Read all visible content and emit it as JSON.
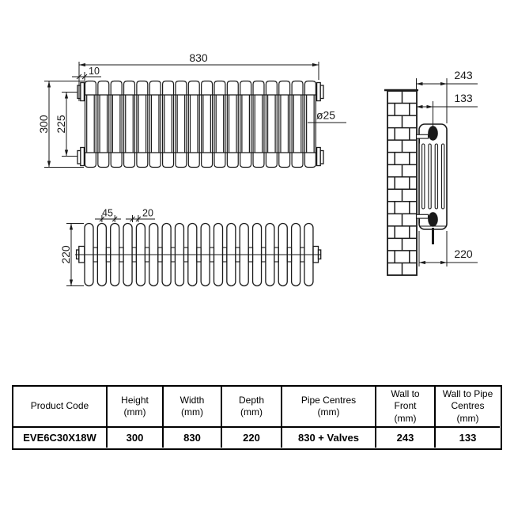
{
  "page": {
    "background": "#ffffff",
    "line_color": "#1a1a1a"
  },
  "diagram": {
    "front_view": {
      "sections": 18,
      "dim_width": "830",
      "dim_offset": "10",
      "dim_height": "300",
      "dim_tapping_centres": "225",
      "dim_diameter": "ø25"
    },
    "plan_view": {
      "columns": 18,
      "dim_depth": "220",
      "dim_section_pitch": "45",
      "dim_gap": "20"
    },
    "side_view": {
      "dim_wall_to_front": "243",
      "dim_wall_to_pipe_centres": "133",
      "dim_depth": "220"
    }
  },
  "table": {
    "headers": [
      {
        "l1": "Product Code",
        "l2": "",
        "l3": ""
      },
      {
        "l1": "Height",
        "l2": "(mm)",
        "l3": ""
      },
      {
        "l1": "Width",
        "l2": "(mm)",
        "l3": ""
      },
      {
        "l1": "Depth",
        "l2": "(mm)",
        "l3": ""
      },
      {
        "l1": "Pipe Centres",
        "l2": "(mm)",
        "l3": ""
      },
      {
        "l1": "Wall to",
        "l2": "Front",
        "l3": "(mm)"
      },
      {
        "l1": "Wall to Pipe",
        "l2": "Centres",
        "l3": "(mm)"
      }
    ],
    "row": [
      "EVE6C30X18W",
      "300",
      "830",
      "220",
      "830 + Valves",
      "243",
      "133"
    ]
  }
}
